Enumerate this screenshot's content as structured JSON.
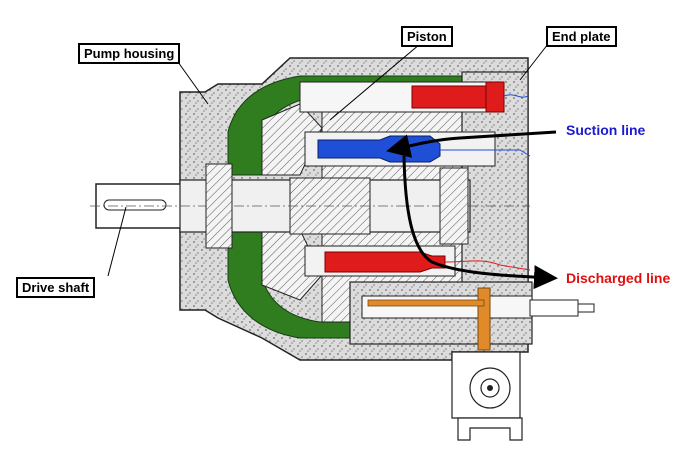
{
  "labels": {
    "pump_housing": "Pump housing",
    "piston": "Piston",
    "end_plate": "End plate",
    "suction_line": "Suction line",
    "discharged_line": "Discharged line",
    "drive_shaft": "Drive shaft"
  },
  "colors": {
    "housing_fill": "#d9d9d9",
    "green_block": "#2f7d1f",
    "suction_blue": "#1f4fd6",
    "discharge_red": "#e01b1b",
    "port_orange": "#e08a2a",
    "arrow": "#000000",
    "suction_text": "#1a1ad0",
    "discharge_text": "#e01010"
  }
}
